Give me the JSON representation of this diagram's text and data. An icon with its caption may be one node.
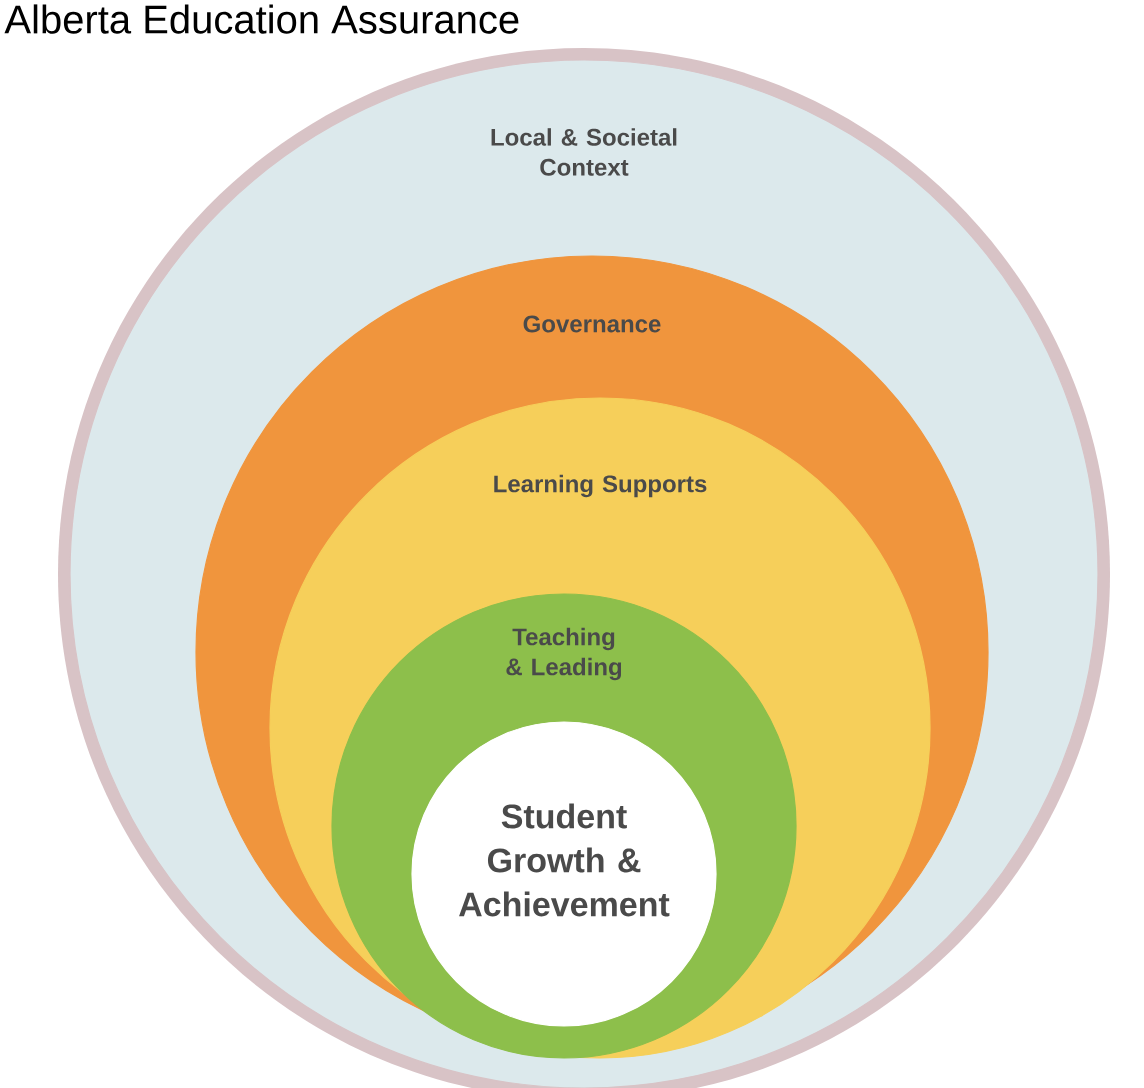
{
  "diagram": {
    "title": "Alberta Education Assurance",
    "nodes": [
      {
        "text": [
          "Local & Societal Context"
        ]
      },
      {
        "text": [
          "Governance"
        ],
        "in": 0
      },
      {
        "text": [
          "Learning Supports"
        ],
        "in": 1
      },
      {
        "text": [
          "Teaching & Leading"
        ],
        "in": 2
      },
      {
        "text": [
          "Student Growth & Achievement"
        ],
        "in": 3
      }
    ]
  }
}
